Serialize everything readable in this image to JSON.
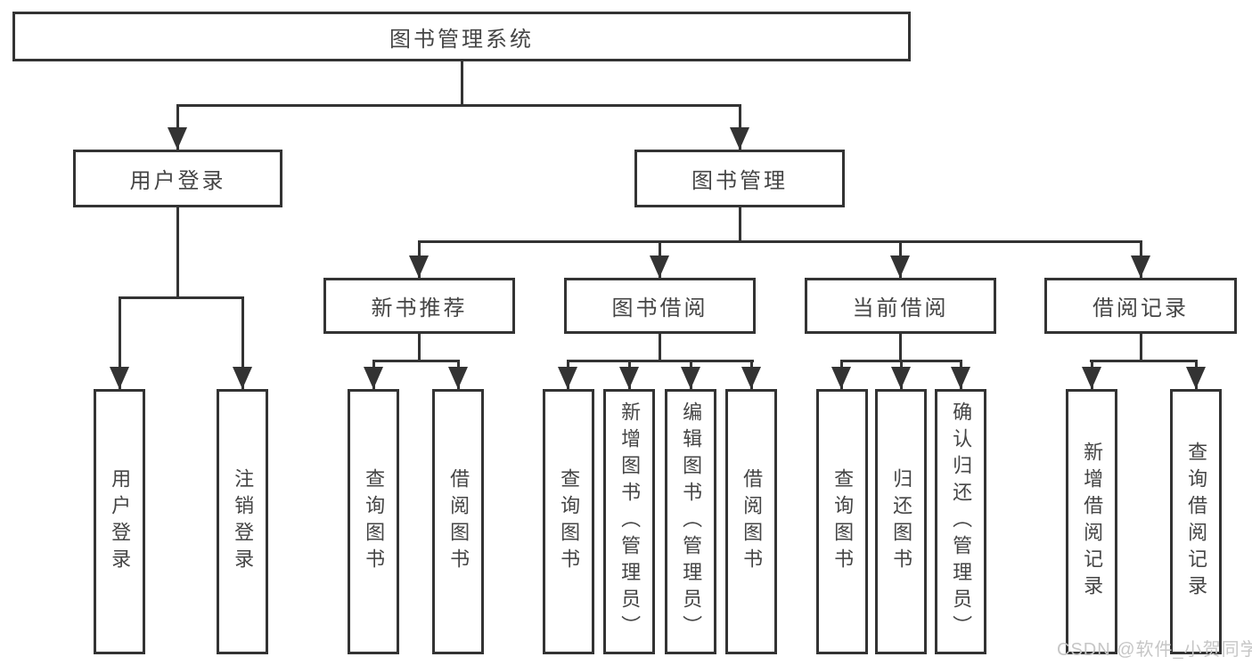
{
  "colors": {
    "line": "#333333",
    "box_border": "#333333",
    "text": "#454545",
    "watermark": "#c6c6c6",
    "background": "#ffffff"
  },
  "nodes": {
    "root": {
      "label": "图书管理系统"
    },
    "level2": [
      {
        "label": "用户登录"
      },
      {
        "label": "图书管理"
      }
    ],
    "level3": [
      {
        "label": "新书推荐",
        "parent": "图书管理"
      },
      {
        "label": "图书借阅",
        "parent": "图书管理"
      },
      {
        "label": "当前借阅",
        "parent": "图书管理"
      },
      {
        "label": "借阅记录",
        "parent": "图书管理"
      }
    ],
    "leaves": [
      {
        "label": "用户登录",
        "parent": "用户登录"
      },
      {
        "label": "注销登录",
        "parent": "用户登录"
      },
      {
        "label": "查询图书",
        "parent": "新书推荐"
      },
      {
        "label": "借阅图书",
        "parent": "新书推荐"
      },
      {
        "label": "查询图书",
        "parent": "图书借阅"
      },
      {
        "label": "新增图书（管理员）",
        "parent": "图书借阅"
      },
      {
        "label": "编辑图书（管理员）",
        "parent": "图书借阅"
      },
      {
        "label": "借阅图书",
        "parent": "图书借阅"
      },
      {
        "label": "查询图书",
        "parent": "当前借阅"
      },
      {
        "label": "归还图书",
        "parent": "当前借阅"
      },
      {
        "label": "确认归还（管理员）",
        "parent": "当前借阅"
      },
      {
        "label": "新增借阅记录",
        "parent": "借阅记录"
      },
      {
        "label": "查询借阅记录",
        "parent": "借阅记录"
      }
    ]
  },
  "watermark": {
    "text": "CSDN @软件_小贺同学"
  }
}
